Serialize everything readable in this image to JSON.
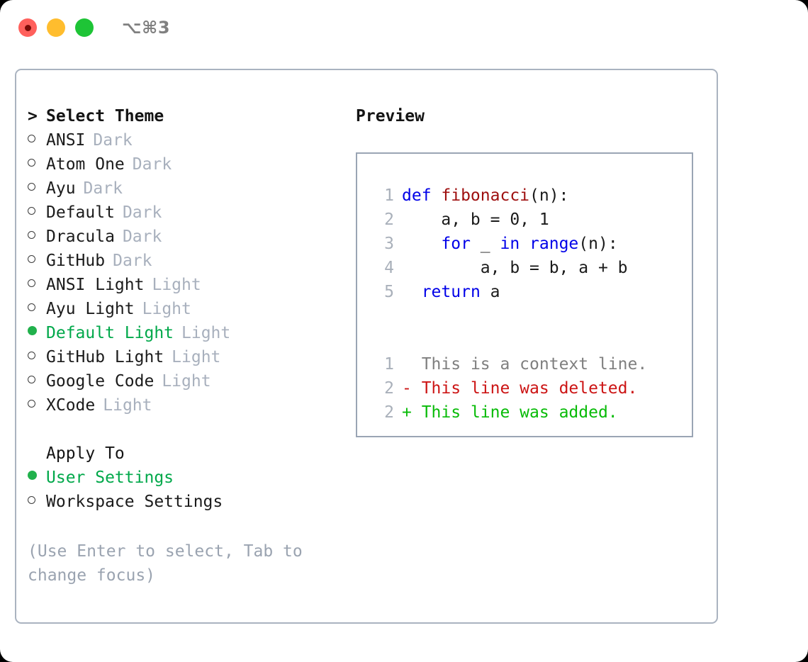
{
  "titlebar": {
    "shortcut": "⌥⌘3",
    "buttons": [
      "close",
      "minimize",
      "maximize"
    ]
  },
  "theme_picker": {
    "caret": ">",
    "heading": "Select Theme",
    "items": [
      {
        "marker": "empty",
        "label": "ANSI",
        "tag": "Dark",
        "selected": false
      },
      {
        "marker": "empty",
        "label": "Atom One",
        "tag": "Dark",
        "selected": false
      },
      {
        "marker": "empty",
        "label": "Ayu",
        "tag": "Dark",
        "selected": false
      },
      {
        "marker": "empty",
        "label": "Default",
        "tag": "Dark",
        "selected": false
      },
      {
        "marker": "empty",
        "label": "Dracula",
        "tag": "Dark",
        "selected": false
      },
      {
        "marker": "empty",
        "label": "GitHub",
        "tag": "Dark",
        "selected": false
      },
      {
        "marker": "empty",
        "label": "ANSI Light",
        "tag": "Light",
        "selected": false
      },
      {
        "marker": "empty",
        "label": "Ayu Light",
        "tag": "Light",
        "selected": false
      },
      {
        "marker": "filled",
        "label": "Default Light",
        "tag": "Light",
        "selected": true
      },
      {
        "marker": "empty",
        "label": "GitHub Light",
        "tag": "Light",
        "selected": false
      },
      {
        "marker": "empty",
        "label": "Google Code",
        "tag": "Light",
        "selected": false
      },
      {
        "marker": "empty",
        "label": "XCode",
        "tag": "Light",
        "selected": false
      }
    ]
  },
  "apply_to": {
    "heading": "Apply To",
    "options": [
      {
        "marker": "filled",
        "label": "User Settings",
        "selected": true
      },
      {
        "marker": "empty",
        "label": "Workspace Settings",
        "selected": false
      }
    ]
  },
  "hint": "(Use Enter to select, Tab to change focus)",
  "preview": {
    "title": "Preview",
    "code_lines": [
      {
        "no": "1",
        "tokens": [
          {
            "t": "def ",
            "c": "kw"
          },
          {
            "t": "fibonacci",
            "c": "fn"
          },
          {
            "t": "(n):",
            "c": "plain"
          }
        ]
      },
      {
        "no": "2",
        "tokens": [
          {
            "t": "    a, b = 0, 1",
            "c": "plain"
          }
        ]
      },
      {
        "no": "3",
        "tokens": [
          {
            "t": "    ",
            "c": "plain"
          },
          {
            "t": "for",
            "c": "kw"
          },
          {
            "t": " _ ",
            "c": "plain"
          },
          {
            "t": "in",
            "c": "kw"
          },
          {
            "t": " ",
            "c": "plain"
          },
          {
            "t": "range",
            "c": "kw"
          },
          {
            "t": "(n):",
            "c": "plain"
          }
        ]
      },
      {
        "no": "4",
        "tokens": [
          {
            "t": "        a, b = b, a + b",
            "c": "plain"
          }
        ]
      },
      {
        "no": "5",
        "tokens": [
          {
            "t": "  ",
            "c": "plain"
          },
          {
            "t": "return",
            "c": "kw"
          },
          {
            "t": " a",
            "c": "plain"
          }
        ]
      }
    ],
    "diff_lines": [
      {
        "no": "1",
        "prefix": "  ",
        "text": "This is a context line.",
        "kind": "context"
      },
      {
        "no": "2",
        "prefix": "- ",
        "text": "This line was deleted.",
        "kind": "deleted"
      },
      {
        "no": "2",
        "prefix": "+ ",
        "text": "This line was added.",
        "kind": "added"
      }
    ]
  },
  "colors": {
    "accent_green": "#00a84a",
    "bullet_green": "#21b14c",
    "tag_grey": "#a8b0bd",
    "hint_grey": "#9aa3b0",
    "keyword_blue": "#0000e8",
    "function_red": "#9e0e0e",
    "diff_deleted": "#cc1414",
    "diff_added": "#07bb07",
    "diff_context": "#7f7f7f",
    "border": "#aab3c0",
    "traffic_red": "#ff605c",
    "traffic_yellow": "#ffbd2e",
    "traffic_green": "#1ec436"
  }
}
